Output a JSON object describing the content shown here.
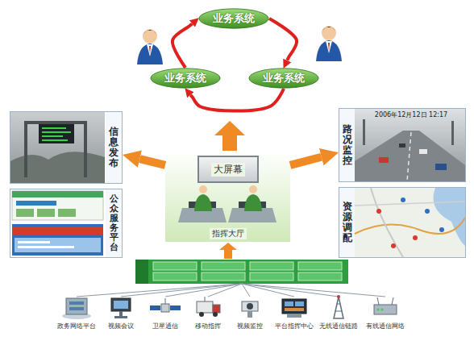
{
  "diagram": {
    "nodes": [
      {
        "text": [
          "业务系统"
        ]
      },
      {
        "text": [
          "业务系统"
        ]
      },
      {
        "text": [
          "业务系统"
        ]
      },
      {
        "text": [
          "指挥大厅"
        ]
      },
      {
        "text": [
          "大屏幕"
        ],
        "in": 3
      },
      {
        "text": [
          "信息发布"
        ]
      },
      {
        "text": [
          "公众服务平台"
        ]
      },
      {
        "text": [
          "路况监控"
        ]
      },
      {
        "text": [
          "资源调配"
        ]
      }
    ],
    "edges": [
      {
        "from": 1,
        "to": 0,
        "arrow": "to"
      },
      {
        "from": 0,
        "to": 2,
        "arrow": "to"
      },
      {
        "from": 2,
        "to": 1,
        "arrow": "to"
      },
      {
        "from": 3,
        "to": 5,
        "arrow": "to"
      },
      {
        "from": 3,
        "to": 7,
        "arrow": "to"
      }
    ],
    "labels": [
      "政务网络平台",
      "视频会议",
      "卫星通信",
      "移动指挥",
      "视频监控",
      "平台指挥中心",
      "无线通信链路",
      "有线通信网络",
      "2006年12月12日 12:17"
    ]
  }
}
